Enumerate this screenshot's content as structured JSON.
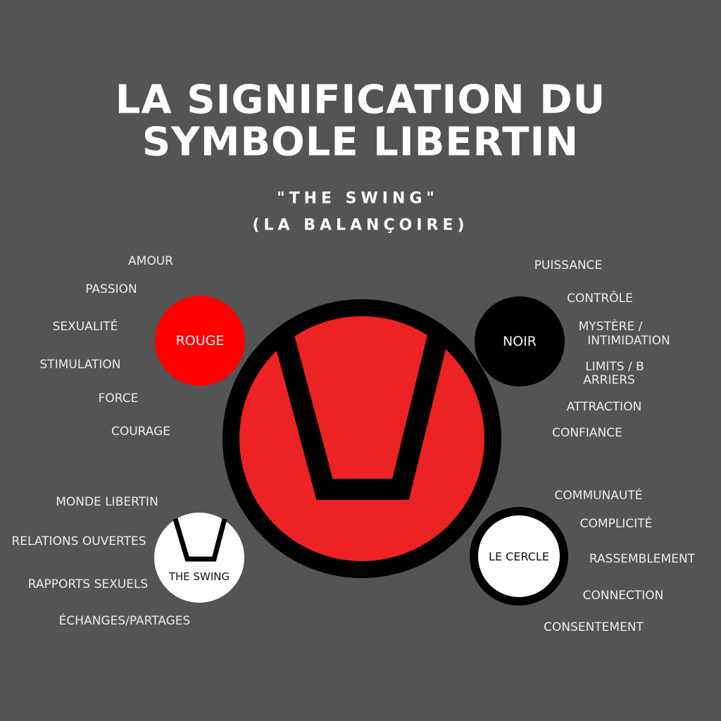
{
  "title": {
    "line1": "LA SIGNIFICATION DU",
    "line2": "SYMBOLE LIBERTIN"
  },
  "subtitle": {
    "line1": "\"THE SWING\"",
    "line2": "(LA BALANÇOIRE)"
  },
  "colors": {
    "background": "#545454",
    "red": "#ED2224",
    "rouge": "#FF0000",
    "black": "#000000",
    "white": "#FFFFFF"
  },
  "rouge": {
    "label": "ROUGE",
    "items": [
      "AMOUR",
      "PASSION",
      "SEXUALITÉ",
      "STIMULATION",
      "FORCE",
      "COURAGE"
    ]
  },
  "noir": {
    "label": "NOIR",
    "items": [
      "PUISSANCE",
      "CONTRÔLE",
      "MYSTÈRE /",
      "INTIMIDATION",
      "LIMITS / B",
      "ARRIERS",
      "ATTRACTION",
      "CONFIANCE"
    ]
  },
  "swing": {
    "label": "THE SWING",
    "items": [
      "MONDE LIBERTIN",
      "RELATIONS OUVERTES",
      "RAPPORTS SEXUELS",
      "ÉCHANGES/PARTAGES"
    ]
  },
  "cercle": {
    "label": "LE CERCLE",
    "items": [
      "COMMUNAUTÉ",
      "COMPLICITÉ",
      "RASSEMBLEMENT",
      "CONNECTION",
      "CONSENTEMENT"
    ]
  }
}
